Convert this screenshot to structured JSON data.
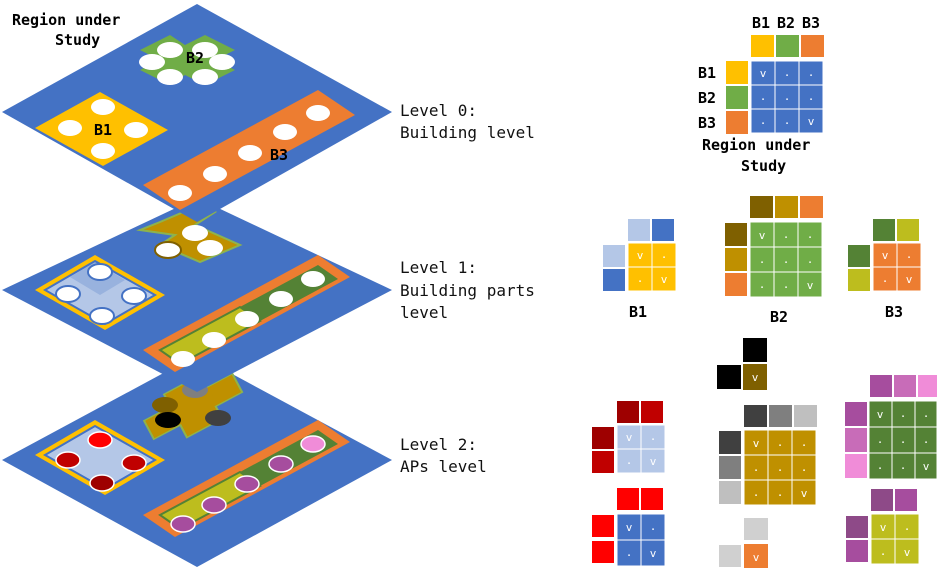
{
  "title_region": "Region under Study",
  "title_region_line1": "Region under",
  "title_region_line2": "Study",
  "buildings": [
    "B1",
    "B2",
    "B3"
  ],
  "levels": [
    {
      "line1": "Level 0:",
      "line2": "Building level",
      "line3": ""
    },
    {
      "line1": "Level 1:",
      "line2": "Building parts",
      "line3": "level"
    },
    {
      "line1": "Level 2:",
      "line2": "APs level",
      "line3": ""
    }
  ],
  "matrix_marks": {
    "visible": "v",
    "partial": "."
  },
  "colors": {
    "region_blue": "#4472C4",
    "b1_yellow": "#FFC000",
    "b2_green": "#70AD47",
    "b3_orange": "#ED7D31",
    "light_blue": "#B4C7E7",
    "dark_green": "#548235",
    "olive": "#BDBD1E",
    "brown": "#7F6000",
    "gold": "#BF9000",
    "red": "#FF0000",
    "dark_red": "#C00000",
    "maroon": "#9E0000",
    "pink": "#F08CD8",
    "purple": "#A64D9E",
    "gray": "#7F7F7F",
    "dark_gray": "#404040",
    "light_gray": "#BFBFBF",
    "black": "#000000"
  }
}
